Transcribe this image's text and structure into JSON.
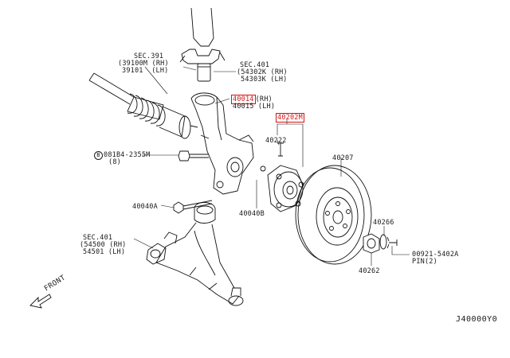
{
  "labels": {
    "sec391": "SEC.391",
    "p39100m": "(39100M (RH)",
    "p39101": "39101  (LH)",
    "sec401_top": "SEC.401",
    "p54302k": "(54302K (RH)",
    "p54303k": "54303K (LH)",
    "p40014": "40014",
    "p40014_side": "(RH)",
    "p40015": "40015 (LH)",
    "p40202m": "40202M",
    "p40222": "40222",
    "p40207": "40207",
    "bolt_circle": "B",
    "p081b4": "081B4-2355M",
    "p081b4_qty": "(8)",
    "p40040a": "40040A",
    "p40040b": "40040B",
    "p40266": "40266",
    "sec401_bot": "SEC.401",
    "p54500": "(54500 (RH)",
    "p54501": "54501 (LH)",
    "p00921": "00921-5402A",
    "p00921_pin": "PIN(2)",
    "p40262": "40262",
    "front": "FRONT",
    "diagram_code": "J40000Y0"
  }
}
